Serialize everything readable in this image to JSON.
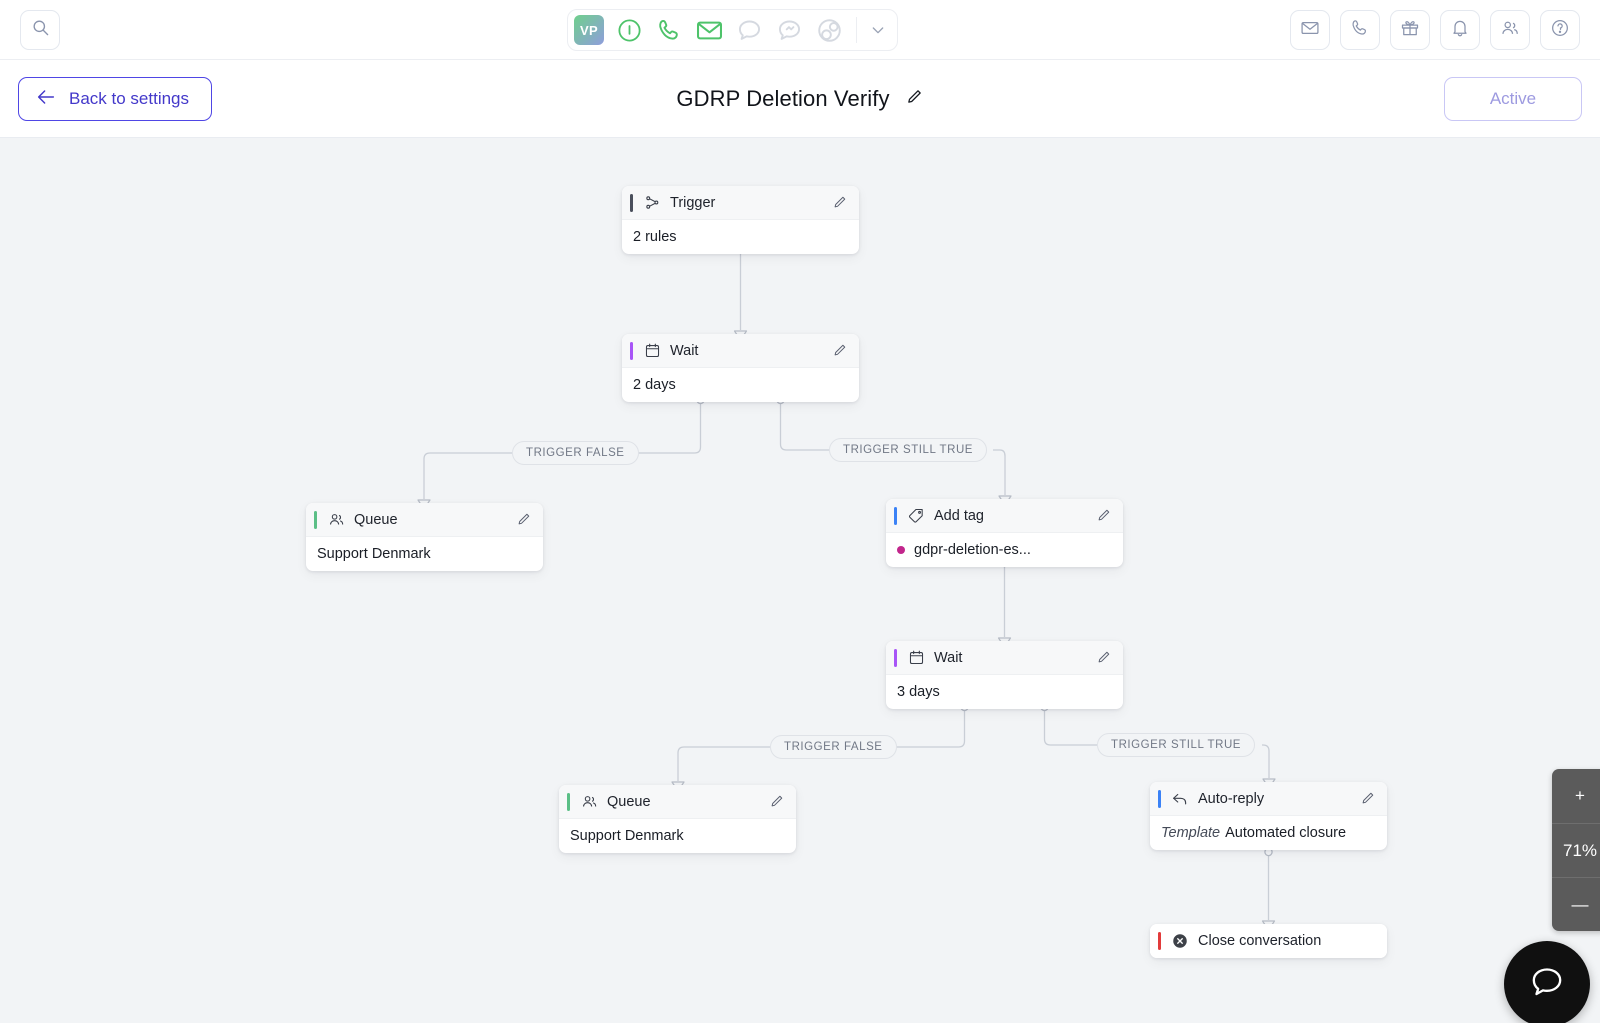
{
  "topbar": {
    "search_icon": "search-icon",
    "channels": {
      "badge": "VP",
      "items": [
        {
          "name": "info-icon",
          "state": "green"
        },
        {
          "name": "phone-icon",
          "state": "green"
        },
        {
          "name": "envelope-icon",
          "state": "green"
        },
        {
          "name": "chat-bubble-icon",
          "state": "gray"
        },
        {
          "name": "messenger-icon",
          "state": "gray"
        },
        {
          "name": "globe-icon",
          "state": "gray"
        }
      ],
      "caret": "chevron-down-icon"
    },
    "right_icons": [
      {
        "name": "mail-icon"
      },
      {
        "name": "phone-icon"
      },
      {
        "name": "gift-icon"
      },
      {
        "name": "bell-icon"
      },
      {
        "name": "people-icon"
      },
      {
        "name": "help-icon"
      }
    ]
  },
  "subheader": {
    "back_label": "Back to settings",
    "title": "GDRP Deletion Verify",
    "edit_icon": "pencil-icon",
    "status_label": "Active"
  },
  "flow": {
    "nodes": [
      {
        "id": "trigger",
        "icon": "trigger-icon",
        "title": "Trigger",
        "body": "2 rules",
        "accent": "#4a4f5c"
      },
      {
        "id": "wait1",
        "icon": "calendar-icon",
        "title": "Wait",
        "body": "2 days",
        "accent": "#a855f7"
      },
      {
        "id": "queue1",
        "icon": "people-icon",
        "title": "Queue",
        "body": "Support Denmark",
        "accent": "#5bbf86"
      },
      {
        "id": "addtag",
        "icon": "tag-icon",
        "title": "Add tag",
        "body": "gdpr-deletion-es...",
        "accent": "#3b82f6",
        "dot": "#c2268c"
      },
      {
        "id": "wait2",
        "icon": "calendar-icon",
        "title": "Wait",
        "body": "3 days",
        "accent": "#a855f7"
      },
      {
        "id": "queue2",
        "icon": "people-icon",
        "title": "Queue",
        "body": "Support Denmark",
        "accent": "#5bbf86"
      },
      {
        "id": "autoreply",
        "icon": "reply-icon",
        "title": "Auto-reply",
        "body_label": "Template",
        "body": "Automated closure",
        "accent": "#3b82f6"
      },
      {
        "id": "close",
        "icon": "close-circle-icon",
        "title": "Close conversation",
        "accent": "#e23b3b"
      }
    ],
    "edge_labels": [
      "TRIGGER FALSE",
      "TRIGGER STILL TRUE",
      "TRIGGER FALSE",
      "TRIGGER STILL TRUE"
    ]
  },
  "zoom": {
    "plus": "+",
    "level": "71%",
    "minus": "—"
  },
  "fab": {
    "icon": "chat-bubble-icon"
  },
  "colors": {
    "canvas_bg": "#f2f4f6",
    "accent_purple": "#4f46e5",
    "edge_stroke": "#c9ced6"
  }
}
